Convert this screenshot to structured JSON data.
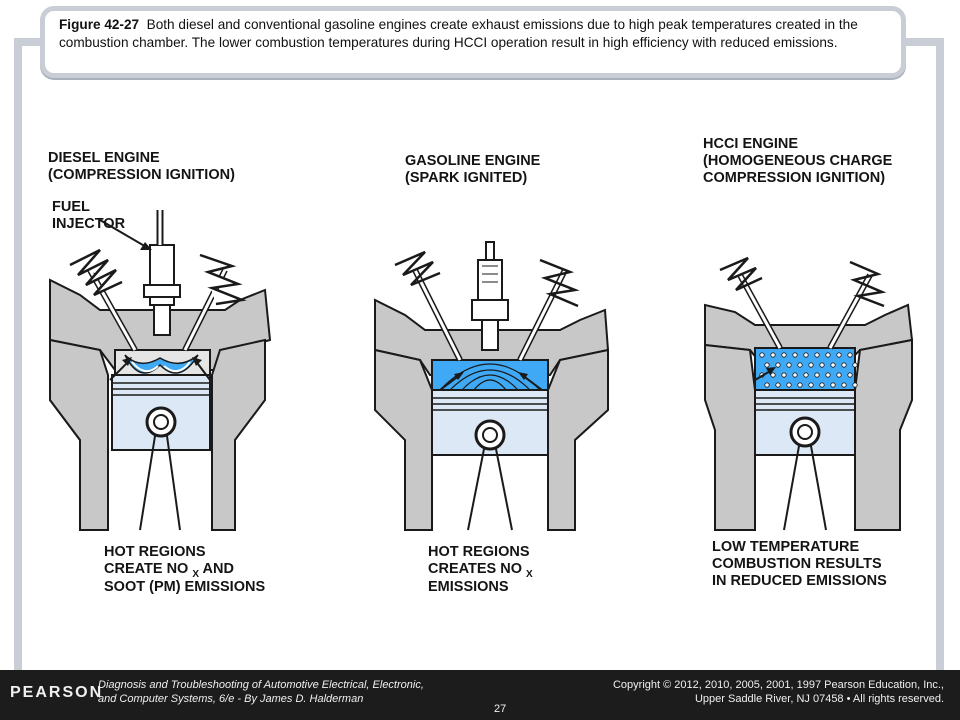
{
  "caption": {
    "figure_label": "Figure 42-27",
    "text": "Both diesel and conventional gasoline engines create exhaust emissions due to high peak temperatures created in the combustion chamber. The lower combustion temperatures during HCCI operation result in high efficiency with reduced emissions."
  },
  "diesel": {
    "title_line1": "DIESEL ENGINE",
    "title_line2": "(COMPRESSION IGNITION)",
    "injector_line1": "FUEL",
    "injector_line2": "INJECTOR",
    "bottom_line1": "HOT REGIONS",
    "bottom_line2a": "CREATE NO",
    "bottom_line2_sub": "X",
    "bottom_line2b": " AND",
    "bottom_line3": "SOOT (PM) EMISSIONS"
  },
  "gasoline": {
    "title_line1": "GASOLINE ENGINE",
    "title_line2": "(SPARK IGNITED)",
    "bottom_line1": "HOT REGIONS",
    "bottom_line2a": "CREATES NO",
    "bottom_line2_sub": "X",
    "bottom_line3": "EMISSIONS"
  },
  "hcci": {
    "title_line1": "HCCI ENGINE",
    "title_line2": "(HOMOGENEOUS CHARGE",
    "title_line3": "COMPRESSION IGNITION)",
    "bottom_line1": "LOW TEMPERATURE",
    "bottom_line2": "COMBUSTION RESULTS",
    "bottom_line3": "IN REDUCED EMISSIONS"
  },
  "footer": {
    "brand": "PEARSON",
    "book_line1": "Diagnosis and Troubleshooting of Automotive Electrical, Electronic,",
    "book_line2": "and Computer Systems, 6/e - By James D. Halderman",
    "copyright_line1": "Copyright © 2012, 2010, 2005, 2001, 1997 Pearson Education, Inc.,",
    "copyright_line2": "Upper Saddle River, NJ 07458 • All rights reserved.",
    "page": "27"
  },
  "colors": {
    "blue_hot": "#3fa9f5",
    "gray_engine": "#c8c8c8",
    "dark_line": "#1a1a1a"
  }
}
